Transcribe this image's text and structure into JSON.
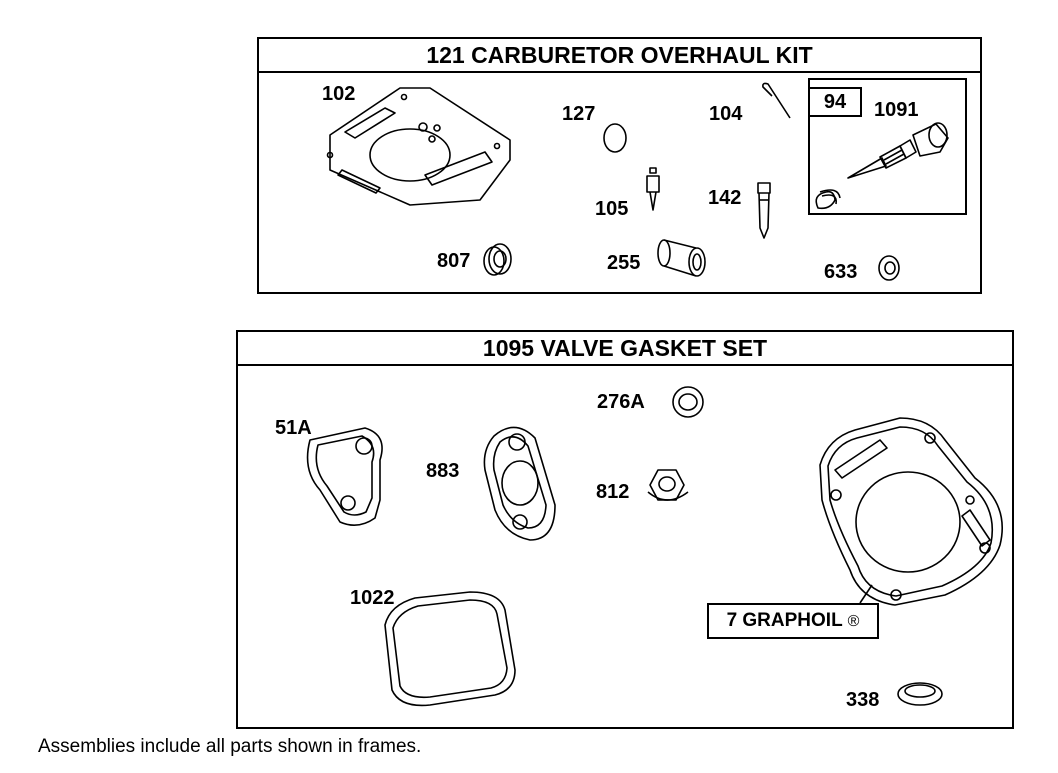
{
  "kits": {
    "carburetor": {
      "title": "121 CARBURETOR OVERHAUL KIT",
      "parts": {
        "p102": "102",
        "p127": "127",
        "p104": "104",
        "p105": "105",
        "p142": "142",
        "p807": "807",
        "p255": "255",
        "p633": "633",
        "p1091": "1091"
      },
      "sub_assembly": "94"
    },
    "valve": {
      "title": "1095 VALVE GASKET SET",
      "parts": {
        "p51A": "51A",
        "p883": "883",
        "p276A": "276A",
        "p812": "812",
        "p1022": "1022",
        "p338": "338"
      },
      "graphoil": {
        "label": "7 GRAPHOIL",
        "mark": "®"
      }
    }
  },
  "note": "Assemblies include all parts shown in frames."
}
